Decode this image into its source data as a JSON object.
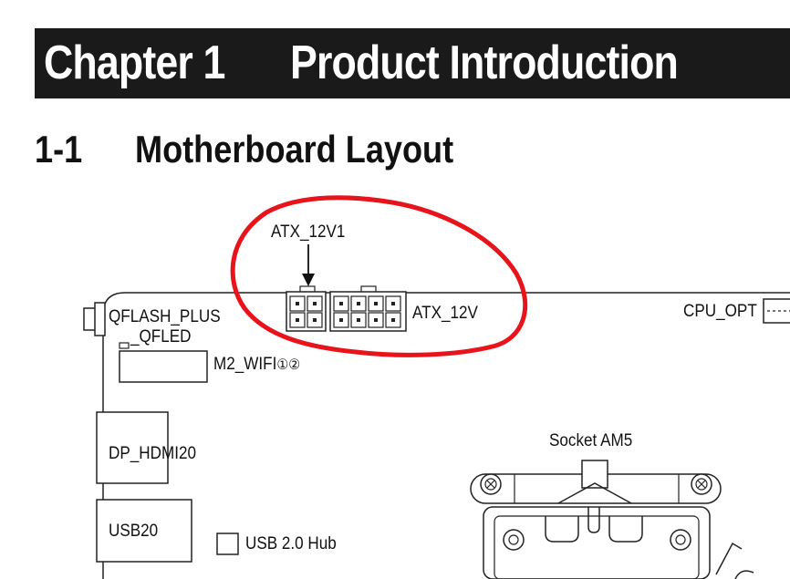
{
  "header": {
    "chapter_number": "Chapter 1",
    "chapter_title": "Product Introduction"
  },
  "section": {
    "number": "1-1",
    "title": "Motherboard Layout"
  },
  "diagram": {
    "highlight_color": "#e8141b",
    "labels": {
      "atx_12v1": "ATX_12V1",
      "atx_12v": "ATX_12V",
      "cpu_opt": "CPU_OPT",
      "qflash_plus": "QFLASH_PLUS",
      "qfled": "_QFLED",
      "m2_wifi": "M2_WIFI",
      "m2_wifi_circles": "①②",
      "dp_hdmi20": "DP_HDMI20",
      "usb20": "USB20",
      "usb_hub": "USB 2.0 Hub",
      "socket": "Socket AM5"
    }
  }
}
